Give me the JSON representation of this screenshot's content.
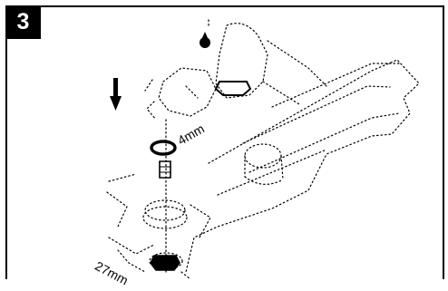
{
  "step": {
    "number": "3"
  },
  "illustration": {
    "labels": {
      "small_dimension": "4mm",
      "large_dimension": "27mm"
    },
    "icons": [
      "down-arrow-icon",
      "drop-icon"
    ]
  }
}
